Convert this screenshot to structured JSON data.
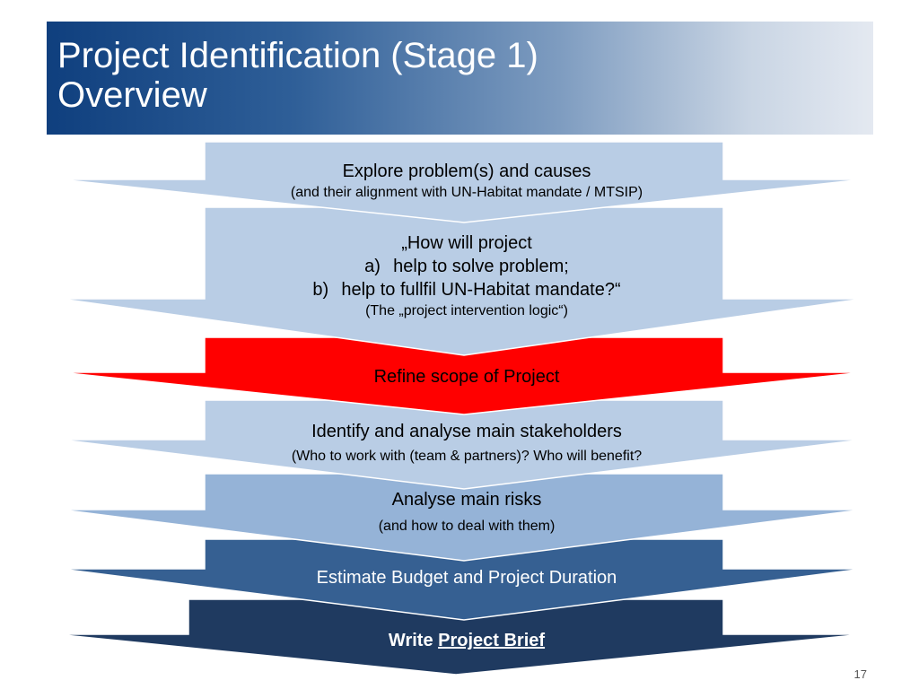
{
  "title": {
    "line1": "Project Identification (Stage 1)",
    "line2": "Overview"
  },
  "stages": [
    {
      "main": "Explore problem(s) and causes",
      "sub": "(and their alignment with UN-Habitat mandate / MTSIP)"
    },
    {
      "line1": "„How will project",
      "items": [
        {
          "marker": "a)",
          "text": "help to solve problem;"
        },
        {
          "marker": "b)",
          "text": "help to fullfil UN-Habitat mandate?“"
        }
      ],
      "sub": "(The „project intervention logic“)"
    },
    {
      "main": "Refine scope of Project"
    },
    {
      "main": "Identify and analyse main stakeholders",
      "sub": "(Who to work with (team & partners)? Who will benefit?"
    },
    {
      "main": "Analyse main risks",
      "sub": "(and how to deal with them)"
    },
    {
      "main": "Estimate Budget and Project Duration"
    },
    {
      "prefix": "Write ",
      "link": "Project Brief"
    }
  ],
  "colors": {
    "light_fill": "#b9cde5",
    "mid_fill": "#95b3d7",
    "red_fill": "#ff0000",
    "dark_fill": "#366092",
    "darkest_fill": "#1f3a60",
    "title_gradient_start": "#0f3f7e",
    "title_gradient_end": "#e4e9f1"
  },
  "page_number": "17"
}
